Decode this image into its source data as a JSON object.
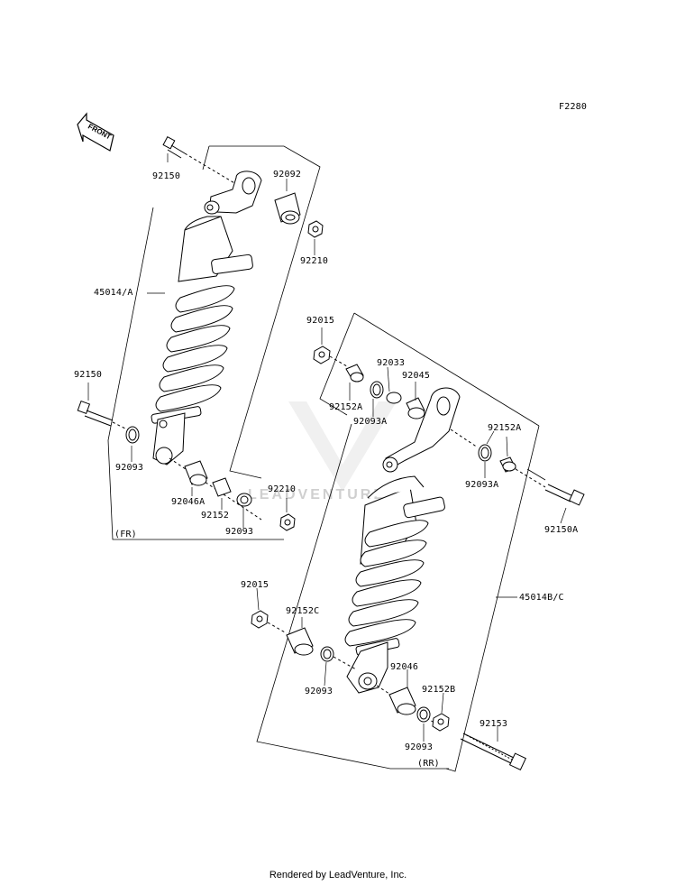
{
  "figure_code": "F2280",
  "front_label": "FRONT",
  "watermark": "LEADVENTURE",
  "footer": "Rendered by LeadVenture, Inc.",
  "groups": {
    "front": "(FR)",
    "rear": "(RR)"
  },
  "parts": {
    "fr_bolt_top": "92150",
    "fr_bushing_top": "92092",
    "fr_nut_top": "92210",
    "fr_shock": "45014/A",
    "fr_bolt_bottom": "92150",
    "fr_washer_left": "92093",
    "fr_collar": "92046A",
    "fr_sleeve": "92152",
    "fr_washer_right": "92093",
    "fr_nut_bottom": "92210",
    "rr_nut_top": "92015",
    "rr_collar_top": "92152A",
    "rr_washer_top": "92093A",
    "rr_circlip": "92033",
    "rr_bearing": "92045",
    "rr_collar_right": "92152A",
    "rr_washer_right": "92093A",
    "rr_bolt_top": "92150A",
    "rr_shock": "45014B/C",
    "rr_nut_bottom": "92015",
    "rr_collar_bottom": "92152C",
    "rr_washer_bottom_left": "92093",
    "rr_bushing_bottom": "92046",
    "rr_collar_bottom_right": "92152B",
    "rr_washer_bottom_right": "92093",
    "rr_bolt_bottom": "92153"
  }
}
